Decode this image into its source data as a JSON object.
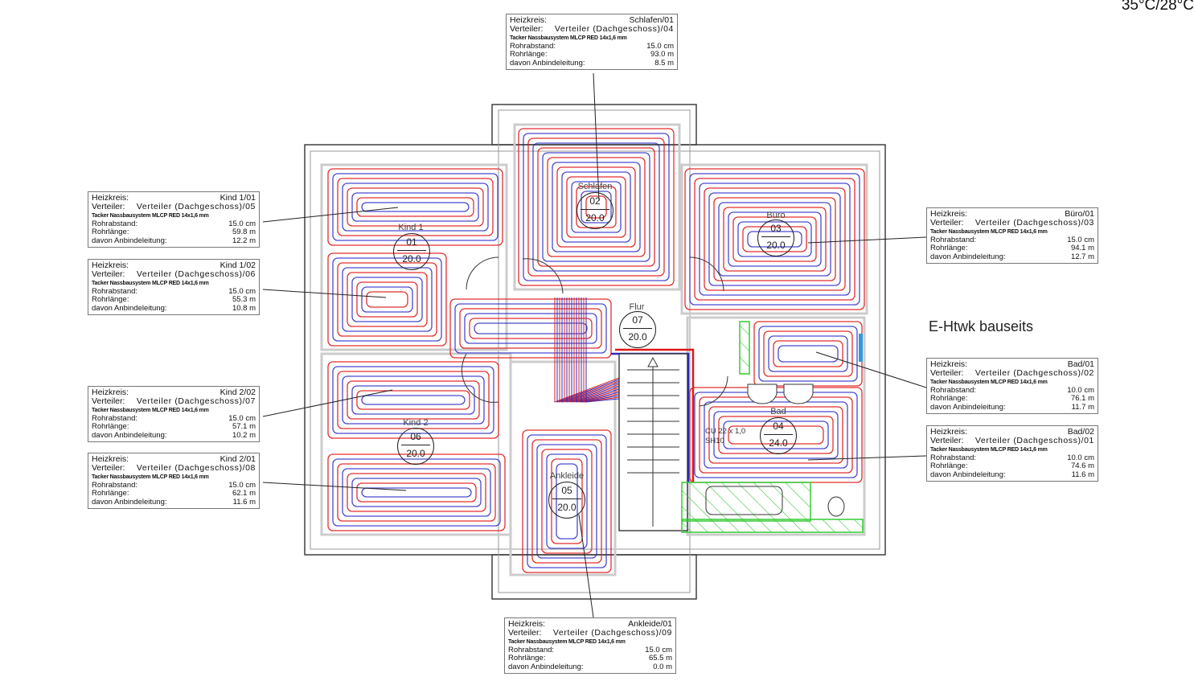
{
  "header": {
    "temperature": "35°C/28°C"
  },
  "note": {
    "ehtwk": "E-Htwk bauseits",
    "pipe": "CU 22 x 1,0",
    "pipe_sub": "SH10"
  },
  "labels": {
    "circuit": "Heizkreis:",
    "distributor": "Verteiler:",
    "spacing": "Rohrabstand:",
    "length": "Rohrlänge:",
    "connection": "davon Anbindeleitung:"
  },
  "boxes": [
    {
      "id": "schlafen-01",
      "circuit": "Schlafen/01",
      "distributor": "Verteiler (Dachgeschoss)/04",
      "system": "Tacker Nassbausystem MLCP RED 14x1,6 mm",
      "spacing": "15.0 cm",
      "length": "93.0 m",
      "connection": "8.5 m"
    },
    {
      "id": "kind1-01",
      "circuit": "Kind 1/01",
      "distributor": "Verteiler (Dachgeschoss)/05",
      "system": "Tacker Nassbausystem MLCP RED 14x1,6 mm",
      "spacing": "15.0 cm",
      "length": "59.8 m",
      "connection": "12.2 m"
    },
    {
      "id": "kind1-02",
      "circuit": "Kind 1/02",
      "distributor": "Verteiler (Dachgeschoss)/06",
      "system": "Tacker Nassbausystem MLCP RED 14x1,6 mm",
      "spacing": "15.0 cm",
      "length": "55.3 m",
      "connection": "10.8 m"
    },
    {
      "id": "kind2-02",
      "circuit": "Kind 2/02",
      "distributor": "Verteiler (Dachgeschoss)/07",
      "system": "Tacker Nassbausystem MLCP RED 14x1,6 mm",
      "spacing": "15.0 cm",
      "length": "57.1 m",
      "connection": "10.2 m"
    },
    {
      "id": "kind2-01",
      "circuit": "Kind 2/01",
      "distributor": "Verteiler (Dachgeschoss)/08",
      "system": "Tacker Nassbausystem MLCP RED 14x1,6 mm",
      "spacing": "15.0 cm",
      "length": "62.1 m",
      "connection": "11.6 m"
    },
    {
      "id": "buero-01",
      "circuit": "Büro/01",
      "distributor": "Verteiler (Dachgeschoss)/03",
      "system": "Tacker Nassbausystem MLCP RED 14x1,6 mm",
      "spacing": "15.0 cm",
      "length": "94.1 m",
      "connection": "12.7 m"
    },
    {
      "id": "bad-01",
      "circuit": "Bad/01",
      "distributor": "Verteiler (Dachgeschoss)/02",
      "system": "Tacker Nassbausystem MLCP RED 14x1,6 mm",
      "spacing": "10.0 cm",
      "length": "76.1 m",
      "connection": "11.7 m"
    },
    {
      "id": "bad-02",
      "circuit": "Bad/02",
      "distributor": "Verteiler (Dachgeschoss)/01",
      "system": "Tacker Nassbausystem MLCP RED 14x1,6 mm",
      "spacing": "10.0 cm",
      "length": "74.6 m",
      "connection": "11.6 m"
    },
    {
      "id": "ankleide-01",
      "circuit": "Ankleide/01",
      "distributor": "Verteiler (Dachgeschoss)/09",
      "system": "Tacker Nassbausystem MLCP RED 14x1,6 mm",
      "spacing": "15.0 cm",
      "length": "65.5 m",
      "connection": "0.0 m"
    }
  ],
  "rooms": [
    {
      "id": "schlafen",
      "name": "Schlafen",
      "number": "02",
      "temp": "20.0"
    },
    {
      "id": "kind1",
      "name": "Kind 1",
      "number": "01",
      "temp": "20.0"
    },
    {
      "id": "buero",
      "name": "Büro",
      "number": "03",
      "temp": "20.0"
    },
    {
      "id": "flur",
      "name": "Flur",
      "number": "07",
      "temp": "20.0"
    },
    {
      "id": "kind2",
      "name": "Kind 2",
      "number": "06",
      "temp": "20.0"
    },
    {
      "id": "ankleide",
      "name": "Ankleide",
      "number": "05",
      "temp": "20.0"
    },
    {
      "id": "bad",
      "name": "Bad",
      "number": "04",
      "temp": "24.0"
    }
  ],
  "colors": {
    "supply": "#e01818",
    "return": "#2a2ac8",
    "wall": "#333333",
    "green": "#33cc33"
  }
}
